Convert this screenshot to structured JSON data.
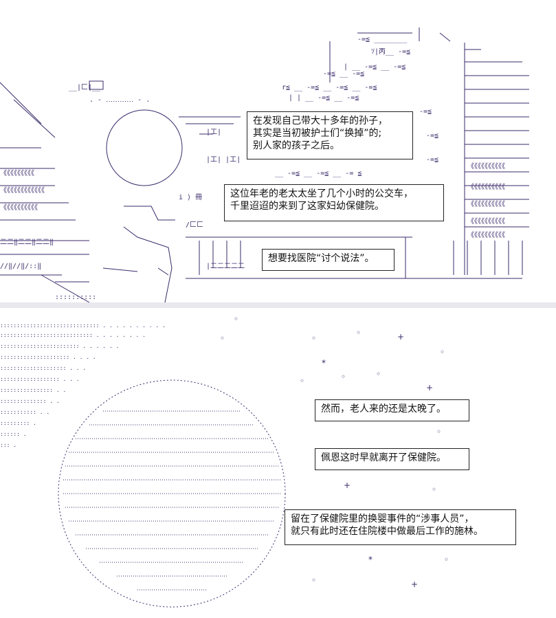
{
  "colors": {
    "ink": "#3a2a6a",
    "caption_border": "#222222",
    "background": "#ffffff",
    "divider": "#e8e8ee"
  },
  "top_panel": {
    "captions": [
      {
        "text": "在发现自己带大十多年的孙子，\n其实是当初被护士们“换掉”的;\n别人家的孩子之后。"
      },
      {
        "text": "这位年老的老太太坐了几个小时的公交车，\n千里迢迢的来到了这家妇幼保健院。"
      },
      {
        "text": "想要找医院“讨个说法”。"
      }
    ]
  },
  "bottom_panel": {
    "captions": [
      {
        "text": "然而，老人来的还是太晚了。"
      },
      {
        "text": "佩恩这时早就离开了保健院。"
      },
      {
        "text": "留在了保健院里的换婴事件的“涉事人员”，\n就只有此时还在住院楼中做最后工作的施林。"
      }
    ]
  }
}
